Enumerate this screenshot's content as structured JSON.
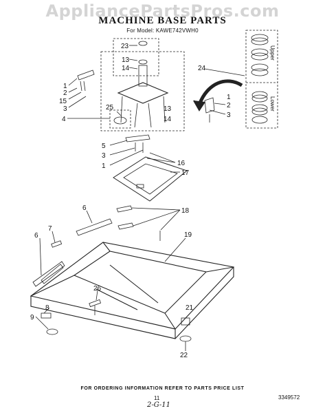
{
  "watermark": "AppliancePartsPros.com",
  "title": "MACHINE BASE PARTS",
  "subtitle": "For Model: KAWE742VWH0",
  "side_labels": {
    "upper": "Upper",
    "lower": "Lower"
  },
  "callouts": {
    "c23": "23",
    "c13a": "13",
    "c14a": "14",
    "c24": "24",
    "c1a": "1",
    "c2a": "2",
    "c15": "15",
    "c3a": "3",
    "c4": "4",
    "c25": "25",
    "c13b": "13",
    "c14b": "14",
    "c1b": "1",
    "c2b": "2",
    "c3b": "3",
    "c5": "5",
    "c3c": "3",
    "c1c": "1",
    "c16": "16",
    "c17": "17",
    "c18": "18",
    "c6a": "6",
    "c7": "7",
    "c6b": "6",
    "c19": "19",
    "c26": "26",
    "c8": "8",
    "c9": "9",
    "c21": "21",
    "c22": "22"
  },
  "footer": {
    "ordering_note": "FOR ORDERING INFORMATION REFER TO PARTS PRICE LIST",
    "page_number": "11",
    "document_number": "3349572",
    "handwritten_note": "2-G-11"
  }
}
